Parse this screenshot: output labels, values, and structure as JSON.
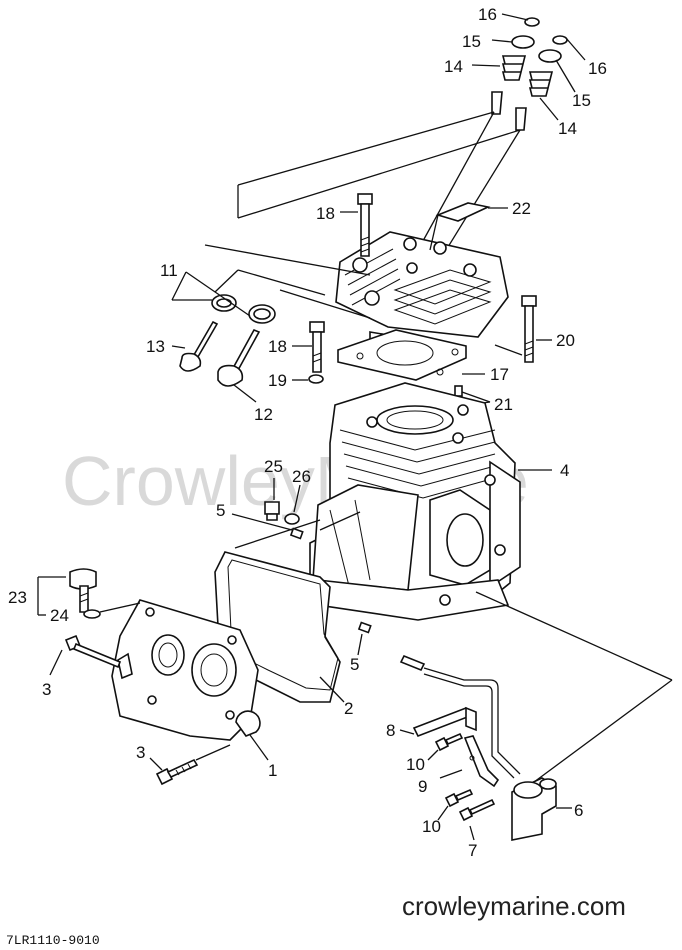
{
  "watermark": "CrowleyMarine",
  "site_url": "crowleymarine.com",
  "drawing_code": "7LR1110-9010",
  "callouts": [
    {
      "id": "c16a",
      "text": "16"
    },
    {
      "id": "c15a",
      "text": "15"
    },
    {
      "id": "c14a",
      "text": "14"
    },
    {
      "id": "c16b",
      "text": "16"
    },
    {
      "id": "c15b",
      "text": "15"
    },
    {
      "id": "c14b",
      "text": "14"
    },
    {
      "id": "c18a",
      "text": "18"
    },
    {
      "id": "c22",
      "text": "22"
    },
    {
      "id": "c11",
      "text": "11"
    },
    {
      "id": "c13",
      "text": "13"
    },
    {
      "id": "c18b",
      "text": "18"
    },
    {
      "id": "c20",
      "text": "20"
    },
    {
      "id": "c19",
      "text": "19"
    },
    {
      "id": "c17",
      "text": "17"
    },
    {
      "id": "c12",
      "text": "12"
    },
    {
      "id": "c21",
      "text": "21"
    },
    {
      "id": "c25",
      "text": "25"
    },
    {
      "id": "c26",
      "text": "26"
    },
    {
      "id": "c4",
      "text": "4"
    },
    {
      "id": "c5a",
      "text": "5"
    },
    {
      "id": "c23",
      "text": "23"
    },
    {
      "id": "c24",
      "text": "24"
    },
    {
      "id": "c3a",
      "text": "3"
    },
    {
      "id": "c5b",
      "text": "5"
    },
    {
      "id": "c2",
      "text": "2"
    },
    {
      "id": "c8",
      "text": "8"
    },
    {
      "id": "c10a",
      "text": "10"
    },
    {
      "id": "c3b",
      "text": "3"
    },
    {
      "id": "c1",
      "text": "1"
    },
    {
      "id": "c9",
      "text": "9"
    },
    {
      "id": "c6",
      "text": "6"
    },
    {
      "id": "c10b",
      "text": "10"
    },
    {
      "id": "c7",
      "text": "7"
    }
  ]
}
